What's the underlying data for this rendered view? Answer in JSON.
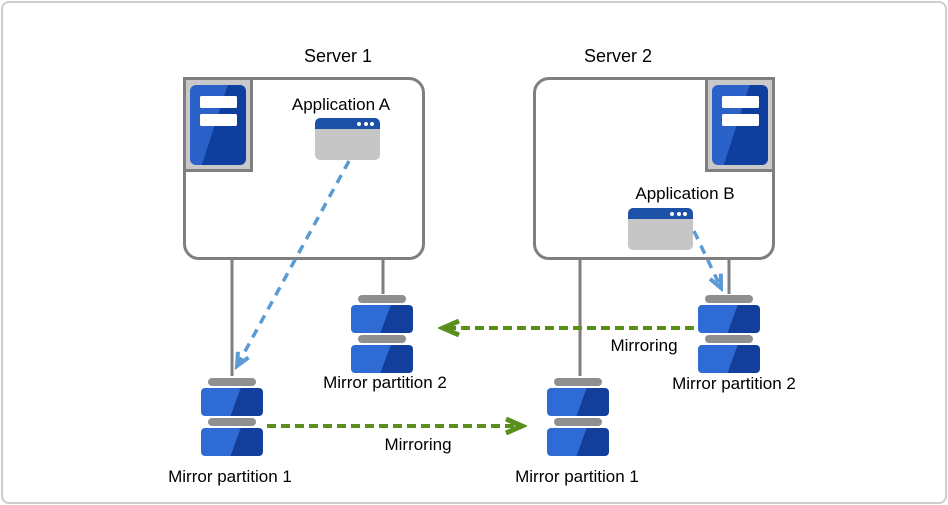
{
  "servers": [
    {
      "label": "Server 1",
      "application": "Application A"
    },
    {
      "label": "Server 2",
      "application": "Application B"
    }
  ],
  "partitions": {
    "left_p1": "Mirror partition 1",
    "left_p2": "Mirror partition 2",
    "right_p1": "Mirror partition 1",
    "right_p2": "Mirror partition 2"
  },
  "arrows": {
    "top_mirroring": "Mirroring",
    "bottom_mirroring": "Mirroring"
  },
  "icons": {
    "server": "server-tower-icon",
    "application": "application-window-icon",
    "partition": "disk-stack-icon"
  },
  "colors": {
    "partition_blue_light": "#2e6bd5",
    "partition_blue_dark": "#123f9b",
    "window_titlebar_blue": "#1d51a8",
    "window_body_gray": "#c6c6c6",
    "mirroring_green": "#5a8f1e",
    "app_arrow_blue": "#5b9bd5",
    "structure_gray": "#7f7f7f",
    "cap_gray": "#8f8f8f",
    "icon_frame_gray": "#c9c9c9",
    "outer_border_gray": "#cdcdcd"
  }
}
